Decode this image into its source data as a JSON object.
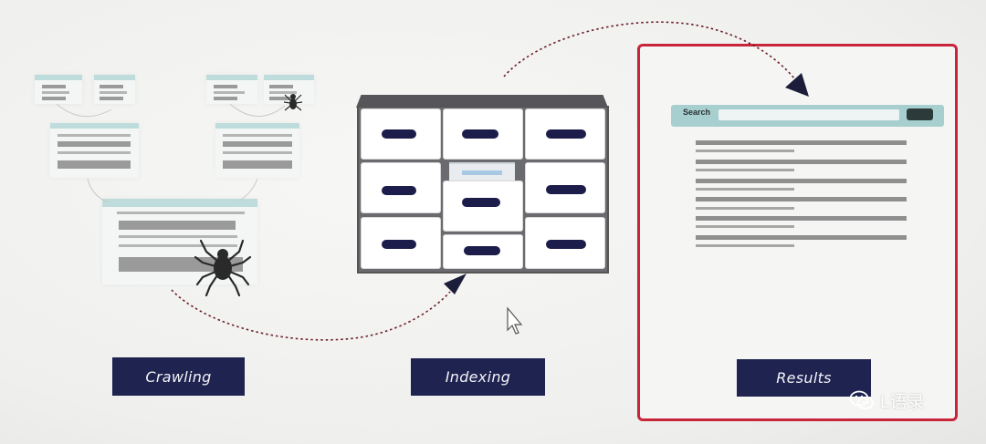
{
  "labels": {
    "crawling": "Crawling",
    "indexing": "Indexing",
    "results": "Results"
  },
  "search": {
    "label": "Search"
  },
  "watermark": {
    "text": "L语录",
    "icon": "wechat-icon"
  },
  "colors": {
    "label_bg": "#1f2350",
    "results_border": "#c8243a",
    "drawer_handle": "#1c1d4a",
    "browser_bar": "#bfdcdc"
  },
  "icons": [
    "spider-icon",
    "arrow-icon",
    "cursor-icon",
    "wechat-icon"
  ]
}
